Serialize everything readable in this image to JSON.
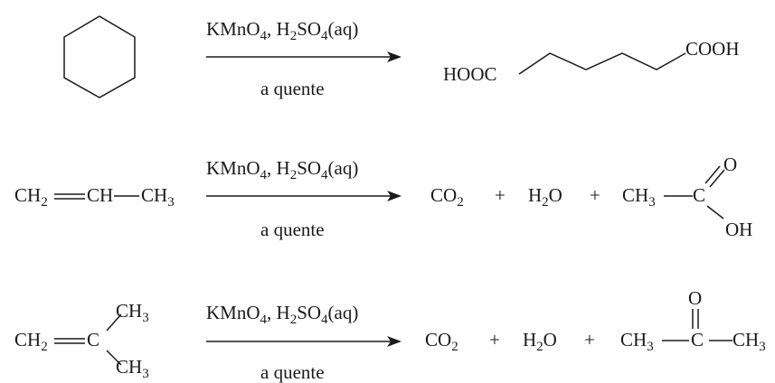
{
  "reactions": [
    {
      "reagent_top": [
        "KMnO",
        "4",
        ", H",
        "2",
        "SO",
        "4",
        "(aq)"
      ],
      "condition": "a quente",
      "product": {
        "left_group": [
          "HOOC"
        ],
        "right_group": [
          "COOH"
        ]
      }
    },
    {
      "reactant": {
        "left": [
          "CH",
          "2"
        ],
        "mid": "CH",
        "right": [
          "CH",
          "3"
        ]
      },
      "reagent_top": [
        "KMnO",
        "4",
        ", H",
        "2",
        "SO",
        "4",
        "(aq)"
      ],
      "condition": "a quente",
      "products": {
        "co2": [
          "CO",
          "2"
        ],
        "plus1": "+",
        "h2o": [
          "H",
          "2",
          "O"
        ],
        "plus2": "+",
        "acid": {
          "ch3": [
            "CH",
            "3"
          ],
          "c": "C",
          "o": "O",
          "oh": "OH"
        }
      }
    },
    {
      "reactant": {
        "left": [
          "CH",
          "2"
        ],
        "c": "C",
        "top": [
          "CH",
          "3"
        ],
        "bottom": [
          "CH",
          "3"
        ]
      },
      "reagent_top": [
        "KMnO",
        "4",
        ", H",
        "2",
        "SO",
        "4",
        "(aq)"
      ],
      "condition": "a quente",
      "products": {
        "co2": [
          "CO",
          "2"
        ],
        "plus1": "+",
        "h2o": [
          "H",
          "2",
          "O"
        ],
        "plus2": "+",
        "ketone": {
          "ch3_left": [
            "CH",
            "3"
          ],
          "c": "C",
          "o": "O",
          "ch3_right": [
            "CH",
            "3"
          ]
        }
      }
    }
  ]
}
